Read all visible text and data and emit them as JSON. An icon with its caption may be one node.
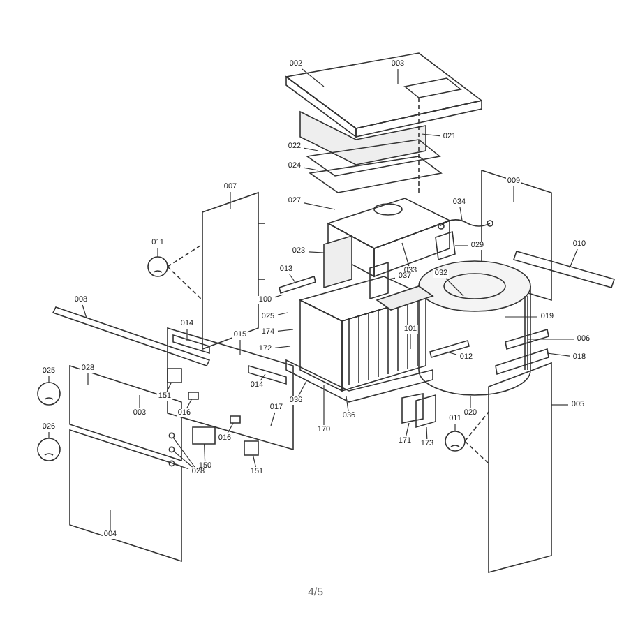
{
  "diagram": {
    "nodes": [
      {
        "text": [
          "002"
        ]
      },
      {
        "text": [
          "003"
        ]
      },
      {
        "text": [
          "021"
        ]
      },
      {
        "text": [
          "022"
        ]
      },
      {
        "text": [
          "024"
        ]
      },
      {
        "text": [
          "027"
        ]
      },
      {
        "text": [
          "007"
        ]
      },
      {
        "text": [
          "009"
        ]
      },
      {
        "text": [
          "034"
        ]
      },
      {
        "text": [
          "029"
        ]
      },
      {
        "text": [
          "010"
        ]
      },
      {
        "text": [
          "011"
        ]
      },
      {
        "text": [
          "023"
        ]
      },
      {
        "text": [
          "033"
        ]
      },
      {
        "text": [
          "013"
        ]
      },
      {
        "text": [
          "037"
        ]
      },
      {
        "text": [
          "032"
        ]
      },
      {
        "text": [
          "100"
        ]
      },
      {
        "text": [
          "025"
        ]
      },
      {
        "text": [
          "019"
        ]
      },
      {
        "text": [
          "008"
        ]
      },
      {
        "text": [
          "014"
        ]
      },
      {
        "text": [
          "174"
        ]
      },
      {
        "text": [
          "015"
        ]
      },
      {
        "text": [
          "101"
        ]
      },
      {
        "text": [
          "006"
        ]
      },
      {
        "text": [
          "172"
        ]
      },
      {
        "text": [
          "012"
        ]
      },
      {
        "text": [
          "018"
        ]
      },
      {
        "text": [
          "028"
        ]
      },
      {
        "text": [
          "014"
        ]
      },
      {
        "text": [
          "025"
        ]
      },
      {
        "text": [
          "036"
        ]
      },
      {
        "text": [
          "151"
        ]
      },
      {
        "text": [
          "017"
        ]
      },
      {
        "text": [
          "005"
        ]
      },
      {
        "text": [
          "020"
        ]
      },
      {
        "text": [
          "036"
        ]
      },
      {
        "text": [
          "003"
        ]
      },
      {
        "text": [
          "016"
        ]
      },
      {
        "text": [
          "170"
        ]
      },
      {
        "text": [
          "011"
        ]
      },
      {
        "text": [
          "171"
        ]
      },
      {
        "text": [
          "173"
        ]
      },
      {
        "text": [
          "016"
        ]
      },
      {
        "text": [
          "026"
        ]
      },
      {
        "text": [
          "150"
        ]
      },
      {
        "text": [
          "151"
        ]
      },
      {
        "text": [
          "028"
        ]
      },
      {
        "text": [
          "004"
        ]
      },
      {
        "text": [],
        "shape": "box"
      },
      {
        "text": [],
        "shape": "circle"
      },
      {
        "text": [],
        "shape": "box"
      },
      {
        "text": [],
        "shape": "circle"
      },
      {
        "text": [],
        "shape": "box"
      },
      {
        "text": [],
        "shape": "box"
      },
      {
        "text": [],
        "shape": "box"
      },
      {
        "text": [],
        "shape": "box"
      },
      {
        "text": [],
        "shape": "box"
      },
      {
        "text": [],
        "shape": "circle"
      },
      {
        "text": [],
        "shape": "circle"
      },
      {
        "text": [],
        "shape": "box"
      },
      {
        "text": [],
        "shape": "circle"
      },
      {
        "text": [],
        "shape": "circle"
      },
      {
        "text": [],
        "shape": "circle"
      }
    ],
    "edges": [
      {
        "from": 0,
        "to": null,
        "arrow": "none"
      },
      {
        "from": 1,
        "to": null,
        "arrow": "none"
      },
      {
        "from": 2,
        "to": null,
        "arrow": "none"
      },
      {
        "from": 3,
        "to": null,
        "arrow": "none"
      },
      {
        "from": 4,
        "to": null,
        "arrow": "none"
      },
      {
        "from": 5,
        "to": null,
        "arrow": "none"
      },
      {
        "from": 6,
        "to": null,
        "arrow": "none"
      },
      {
        "from": 7,
        "to": null,
        "arrow": "none"
      },
      {
        "from": 8,
        "to": null,
        "arrow": "none"
      },
      {
        "from": 9,
        "to": 50,
        "arrow": "none"
      },
      {
        "from": 10,
        "to": null,
        "arrow": "none"
      },
      {
        "from": 11,
        "to": 51,
        "arrow": "none"
      },
      {
        "from": 12,
        "to": null,
        "arrow": "none"
      },
      {
        "from": 13,
        "to": null,
        "arrow": "none"
      },
      {
        "from": 14,
        "to": null,
        "arrow": "none"
      },
      {
        "from": 15,
        "to": null,
        "arrow": "none"
      },
      {
        "from": 16,
        "to": null,
        "arrow": "none"
      },
      {
        "from": 17,
        "to": null,
        "arrow": "none"
      },
      {
        "from": 18,
        "to": null,
        "arrow": "none"
      },
      {
        "from": 19,
        "to": null,
        "arrow": "none"
      },
      {
        "from": 20,
        "to": null,
        "arrow": "none"
      },
      {
        "from": 21,
        "to": null,
        "arrow": "none"
      },
      {
        "from": 22,
        "to": null,
        "arrow": "none"
      },
      {
        "from": 23,
        "to": null,
        "arrow": "none"
      },
      {
        "from": 24,
        "to": null,
        "arrow": "none"
      },
      {
        "from": 25,
        "to": null,
        "arrow": "none"
      },
      {
        "from": 26,
        "to": null,
        "arrow": "none"
      },
      {
        "from": 27,
        "to": null,
        "arrow": "none"
      },
      {
        "from": 28,
        "to": null,
        "arrow": "none"
      },
      {
        "from": 29,
        "to": null,
        "arrow": "none"
      },
      {
        "from": 30,
        "to": null,
        "arrow": "none"
      },
      {
        "from": 31,
        "to": 53,
        "arrow": "none"
      },
      {
        "from": 32,
        "to": null,
        "arrow": "none"
      },
      {
        "from": 33,
        "to": 52,
        "arrow": "none"
      },
      {
        "from": 34,
        "to": null,
        "arrow": "none"
      },
      {
        "from": 35,
        "to": null,
        "arrow": "none"
      },
      {
        "from": 36,
        "to": null,
        "arrow": "none"
      },
      {
        "from": 37,
        "to": null,
        "arrow": "none"
      },
      {
        "from": 38,
        "to": null,
        "arrow": "none"
      },
      {
        "from": 39,
        "to": 54,
        "arrow": "none"
      },
      {
        "from": 40,
        "to": null,
        "arrow": "none"
      },
      {
        "from": 41,
        "to": 60,
        "arrow": "none"
      },
      {
        "from": 42,
        "to": 55,
        "arrow": "none"
      },
      {
        "from": 43,
        "to": 56,
        "arrow": "none"
      },
      {
        "from": 44,
        "to": 57,
        "arrow": "none"
      },
      {
        "from": 45,
        "to": 62,
        "arrow": "none"
      },
      {
        "from": 46,
        "to": 58,
        "arrow": "none"
      },
      {
        "from": 47,
        "to": 61,
        "arrow": "none"
      },
      {
        "from": 48,
        "to": 63,
        "arrow": "none"
      },
      {
        "from": 49,
        "to": null,
        "arrow": "none"
      },
      {
        "from": 48,
        "to": 59,
        "arrow": "none"
      },
      {
        "from": 48,
        "to": 64,
        "arrow": "none"
      }
    ],
    "labels": [
      "4/5"
    ]
  }
}
